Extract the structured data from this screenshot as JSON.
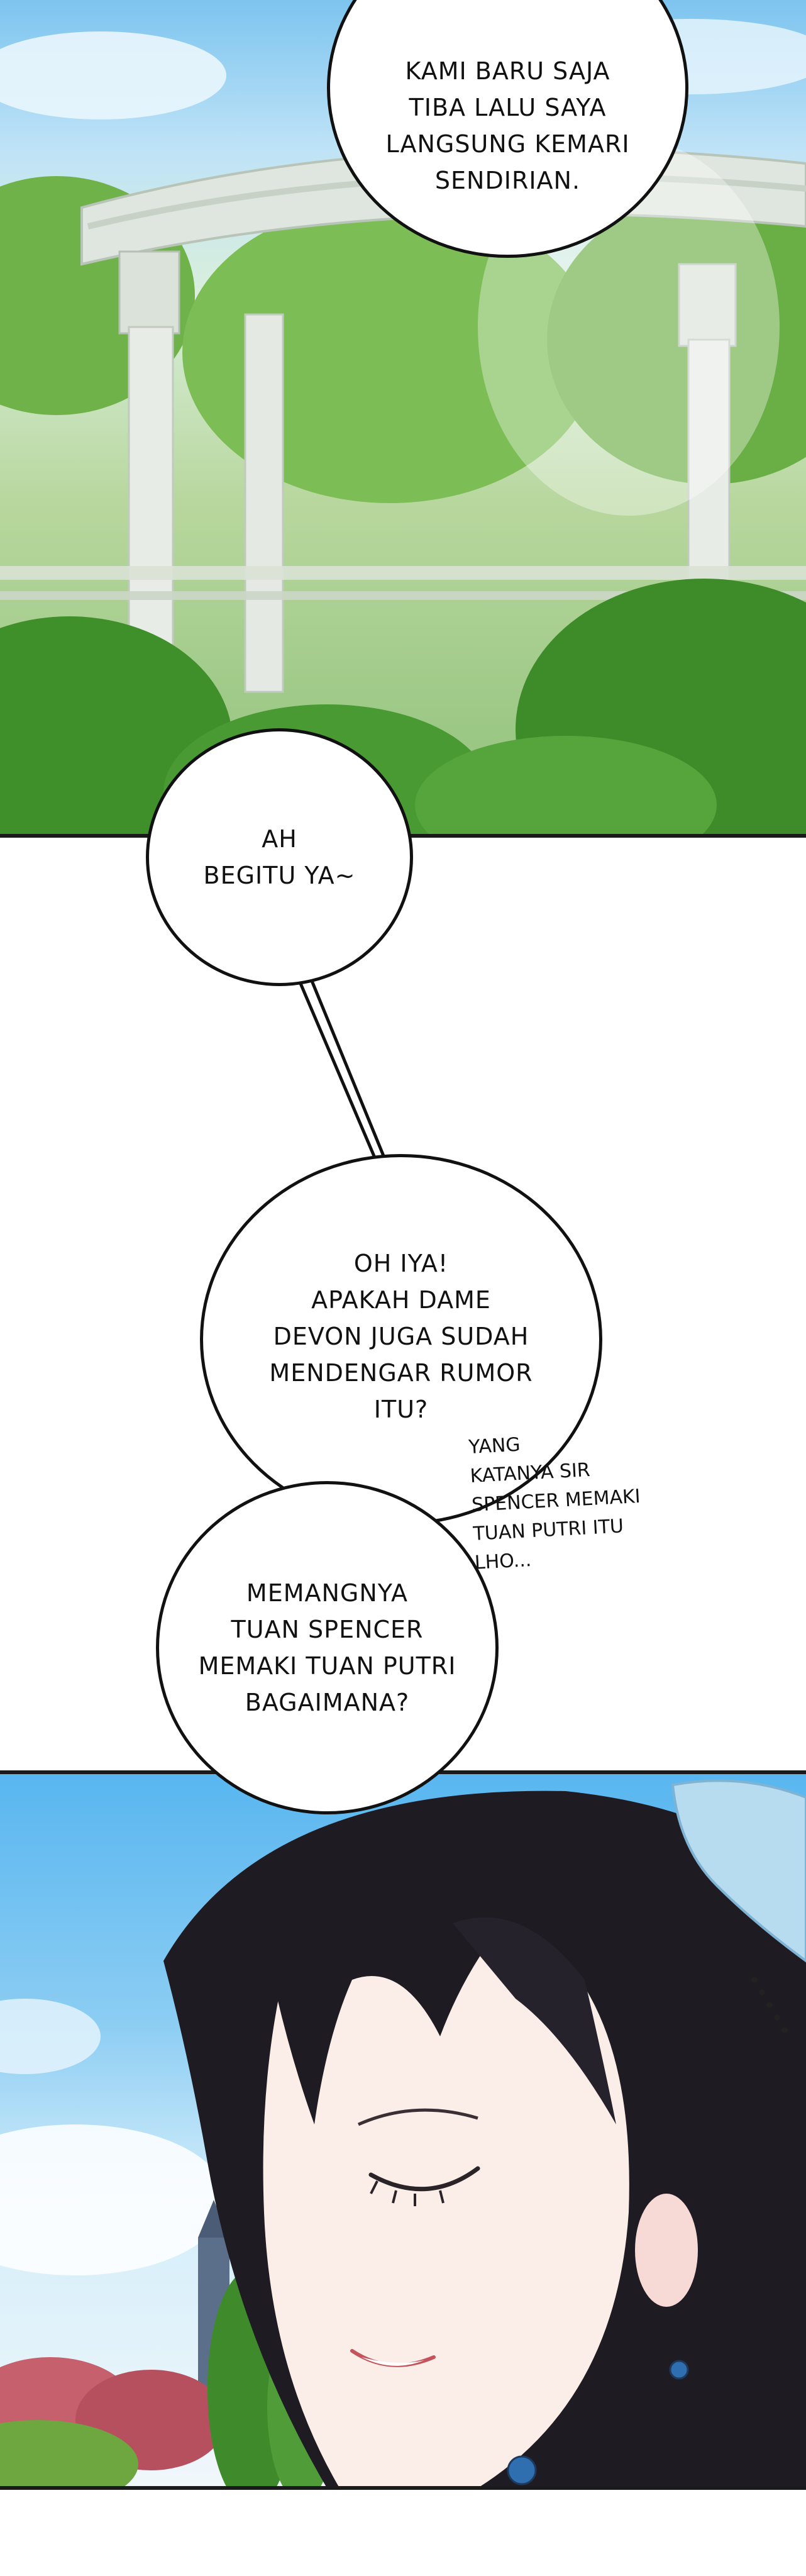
{
  "bubbles": {
    "top": "KAMI BARU SAJA\nTIBA LALU SAYA\nLANGSUNG KEMARI\nSENDIRIAN.",
    "ah": "AH\nBEGITU YA~",
    "oh_iya": "OH IYA!\nAPAKAH DAME\nDEVON JUGA SUDAH\nMENDENGAR RUMOR\nITU?",
    "memangnya": "MEMANGNYA\nTUAN SPENCER\nMEMAKI TUAN PUTRI\nBAGAIMANA?"
  },
  "side_text": "YANG\nKATANYA SIR\nSPENCER MEMAKI\nTUAN PUTRI ITU\nLHO...",
  "colors": {
    "sky": "#58b6f0",
    "foliage": "#5aa53a",
    "hair": "#1e1b22",
    "skin": "#fbeee8",
    "ink": "#111111"
  }
}
